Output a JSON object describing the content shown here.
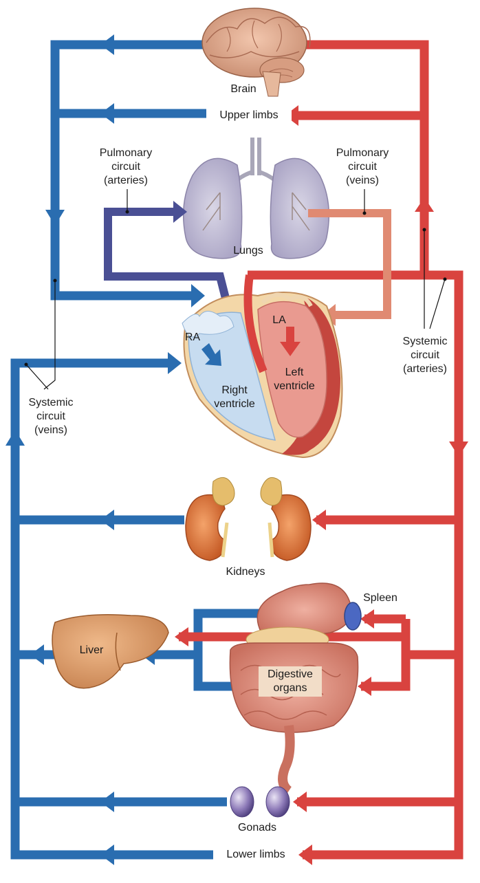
{
  "organs": {
    "brain": "Brain",
    "upper_limbs": "Upper limbs",
    "lungs": "Lungs",
    "kidneys": "Kidneys",
    "spleen": "Spleen",
    "liver": "Liver",
    "digestive": "Digestive\norgans",
    "gonads": "Gonads",
    "lower_limbs": "Lower limbs"
  },
  "heart": {
    "ra": "RA",
    "la": "LA",
    "right_ventricle": "Right\nventricle",
    "left_ventricle": "Left\nventricle"
  },
  "circuits": {
    "pulmonary_arteries": "Pulmonary\ncircuit\n(arteries)",
    "pulmonary_veins": "Pulmonary\ncircuit\n(veins)",
    "systemic_veins": "Systemic\ncircuit\n(veins)",
    "systemic_arteries": "Systemic\ncircuit\n(arteries)"
  },
  "colors": {
    "vein_blue": "#2a6db0",
    "artery_red": "#d9433f",
    "pulmonary_artery": "#4a4f94",
    "pulmonary_vein": "#e08a72"
  }
}
